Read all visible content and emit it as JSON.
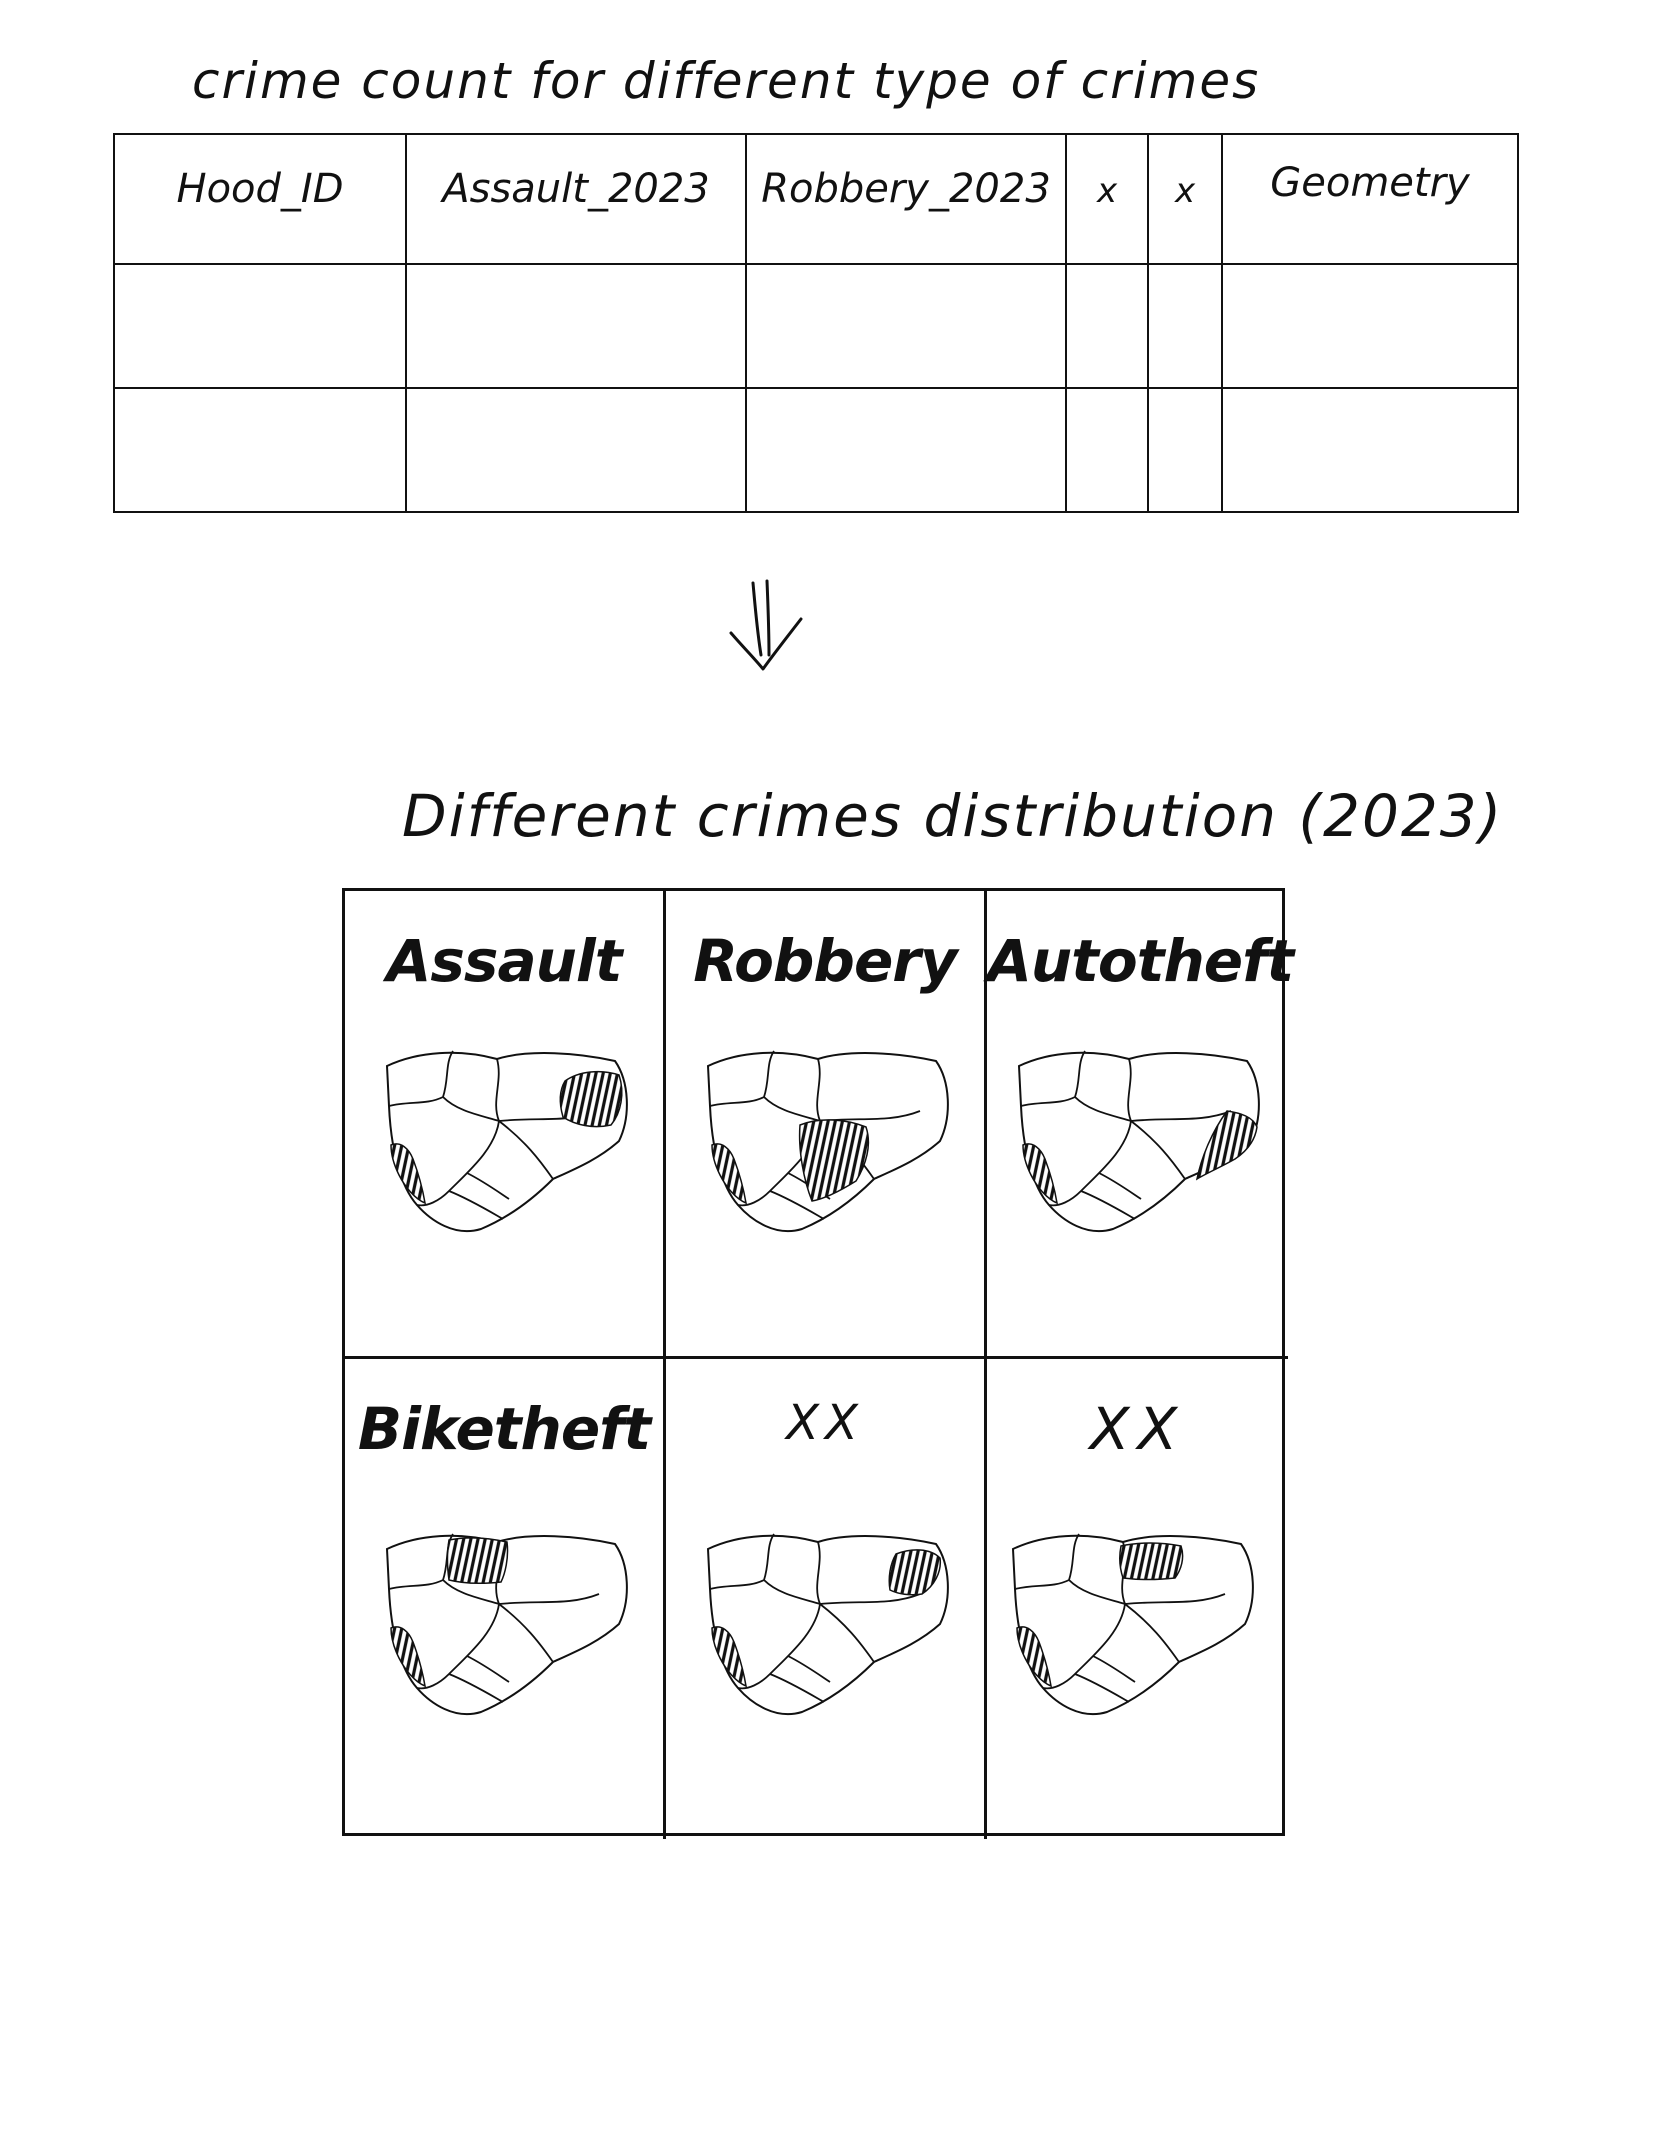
{
  "table_title": "crime count for different type of crimes",
  "table": {
    "columns": [
      "Hood_ID",
      "Assault_2023",
      "Robbery_2023",
      "x",
      "x",
      "Geometry"
    ],
    "rows": [
      [
        "",
        "",
        "",
        "",
        "",
        ""
      ],
      [
        "",
        "",
        "",
        "",
        "",
        ""
      ]
    ]
  },
  "arrow_icon": "double-down-arrow",
  "grid_title": "Different crimes distribution (2023)",
  "panels": [
    {
      "label": "Assault",
      "hatched_areas": [
        "bottom-left",
        "top-right"
      ]
    },
    {
      "label": "Robbery",
      "hatched_areas": [
        "bottom-left",
        "center"
      ]
    },
    {
      "label": "Autotheft",
      "hatched_areas": [
        "bottom-left",
        "right"
      ]
    },
    {
      "label": "Biketheft",
      "hatched_areas": [
        "bottom-left",
        "top-center"
      ]
    },
    {
      "label": "XX",
      "hatched_areas": [
        "bottom-left",
        "top-right"
      ]
    },
    {
      "label": "XX",
      "hatched_areas": [
        "bottom-left",
        "top-center"
      ]
    }
  ],
  "colors": {
    "ink": "#111111",
    "background": "#ffffff"
  }
}
